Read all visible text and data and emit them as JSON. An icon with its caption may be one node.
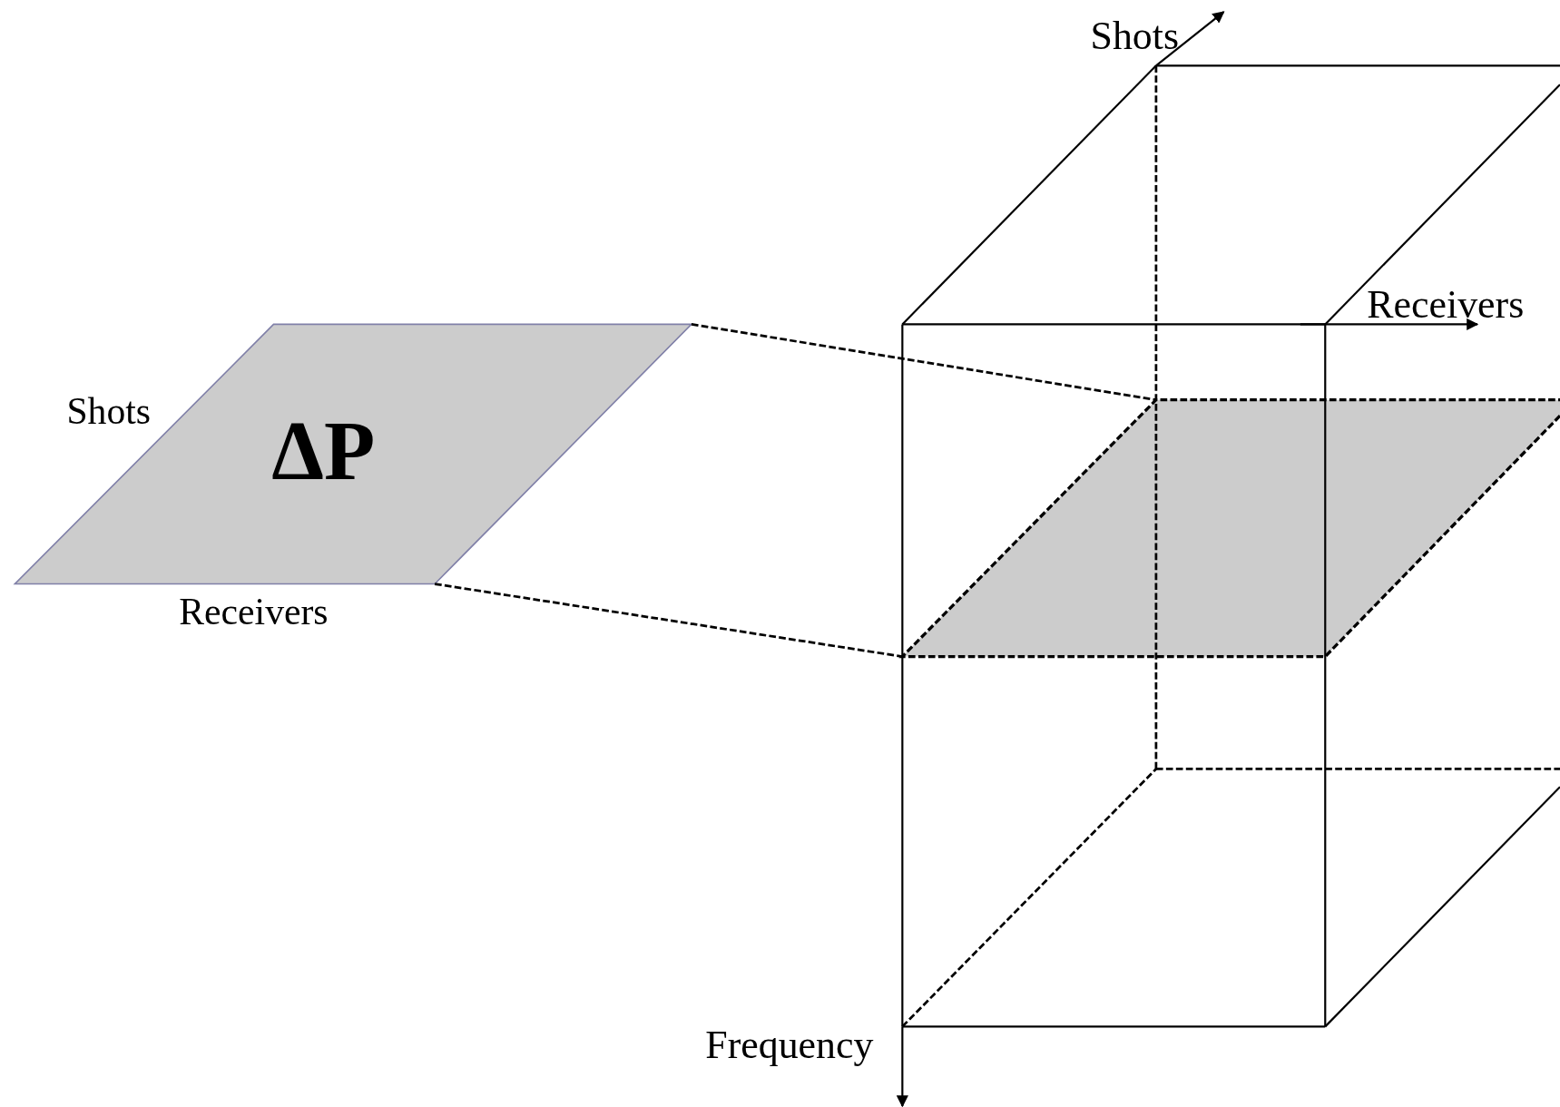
{
  "diagram": {
    "nodes": [
      {
        "text": [
          "ΔP"
        ],
        "beside": [
          "Shots",
          "Receivers"
        ]
      },
      {
        "text": [],
        "shape": "box"
      },
      {
        "text": [],
        "shape": "parallelogram",
        "in": 1
      }
    ],
    "edges": [
      {
        "from": 0,
        "to": 2,
        "arrow": "none",
        "style": "dashed"
      },
      {
        "from": 0,
        "to": 2,
        "arrow": "none",
        "style": "dashed"
      }
    ],
    "labels": [
      "Shots",
      "Receivers",
      "Frequency"
    ]
  }
}
